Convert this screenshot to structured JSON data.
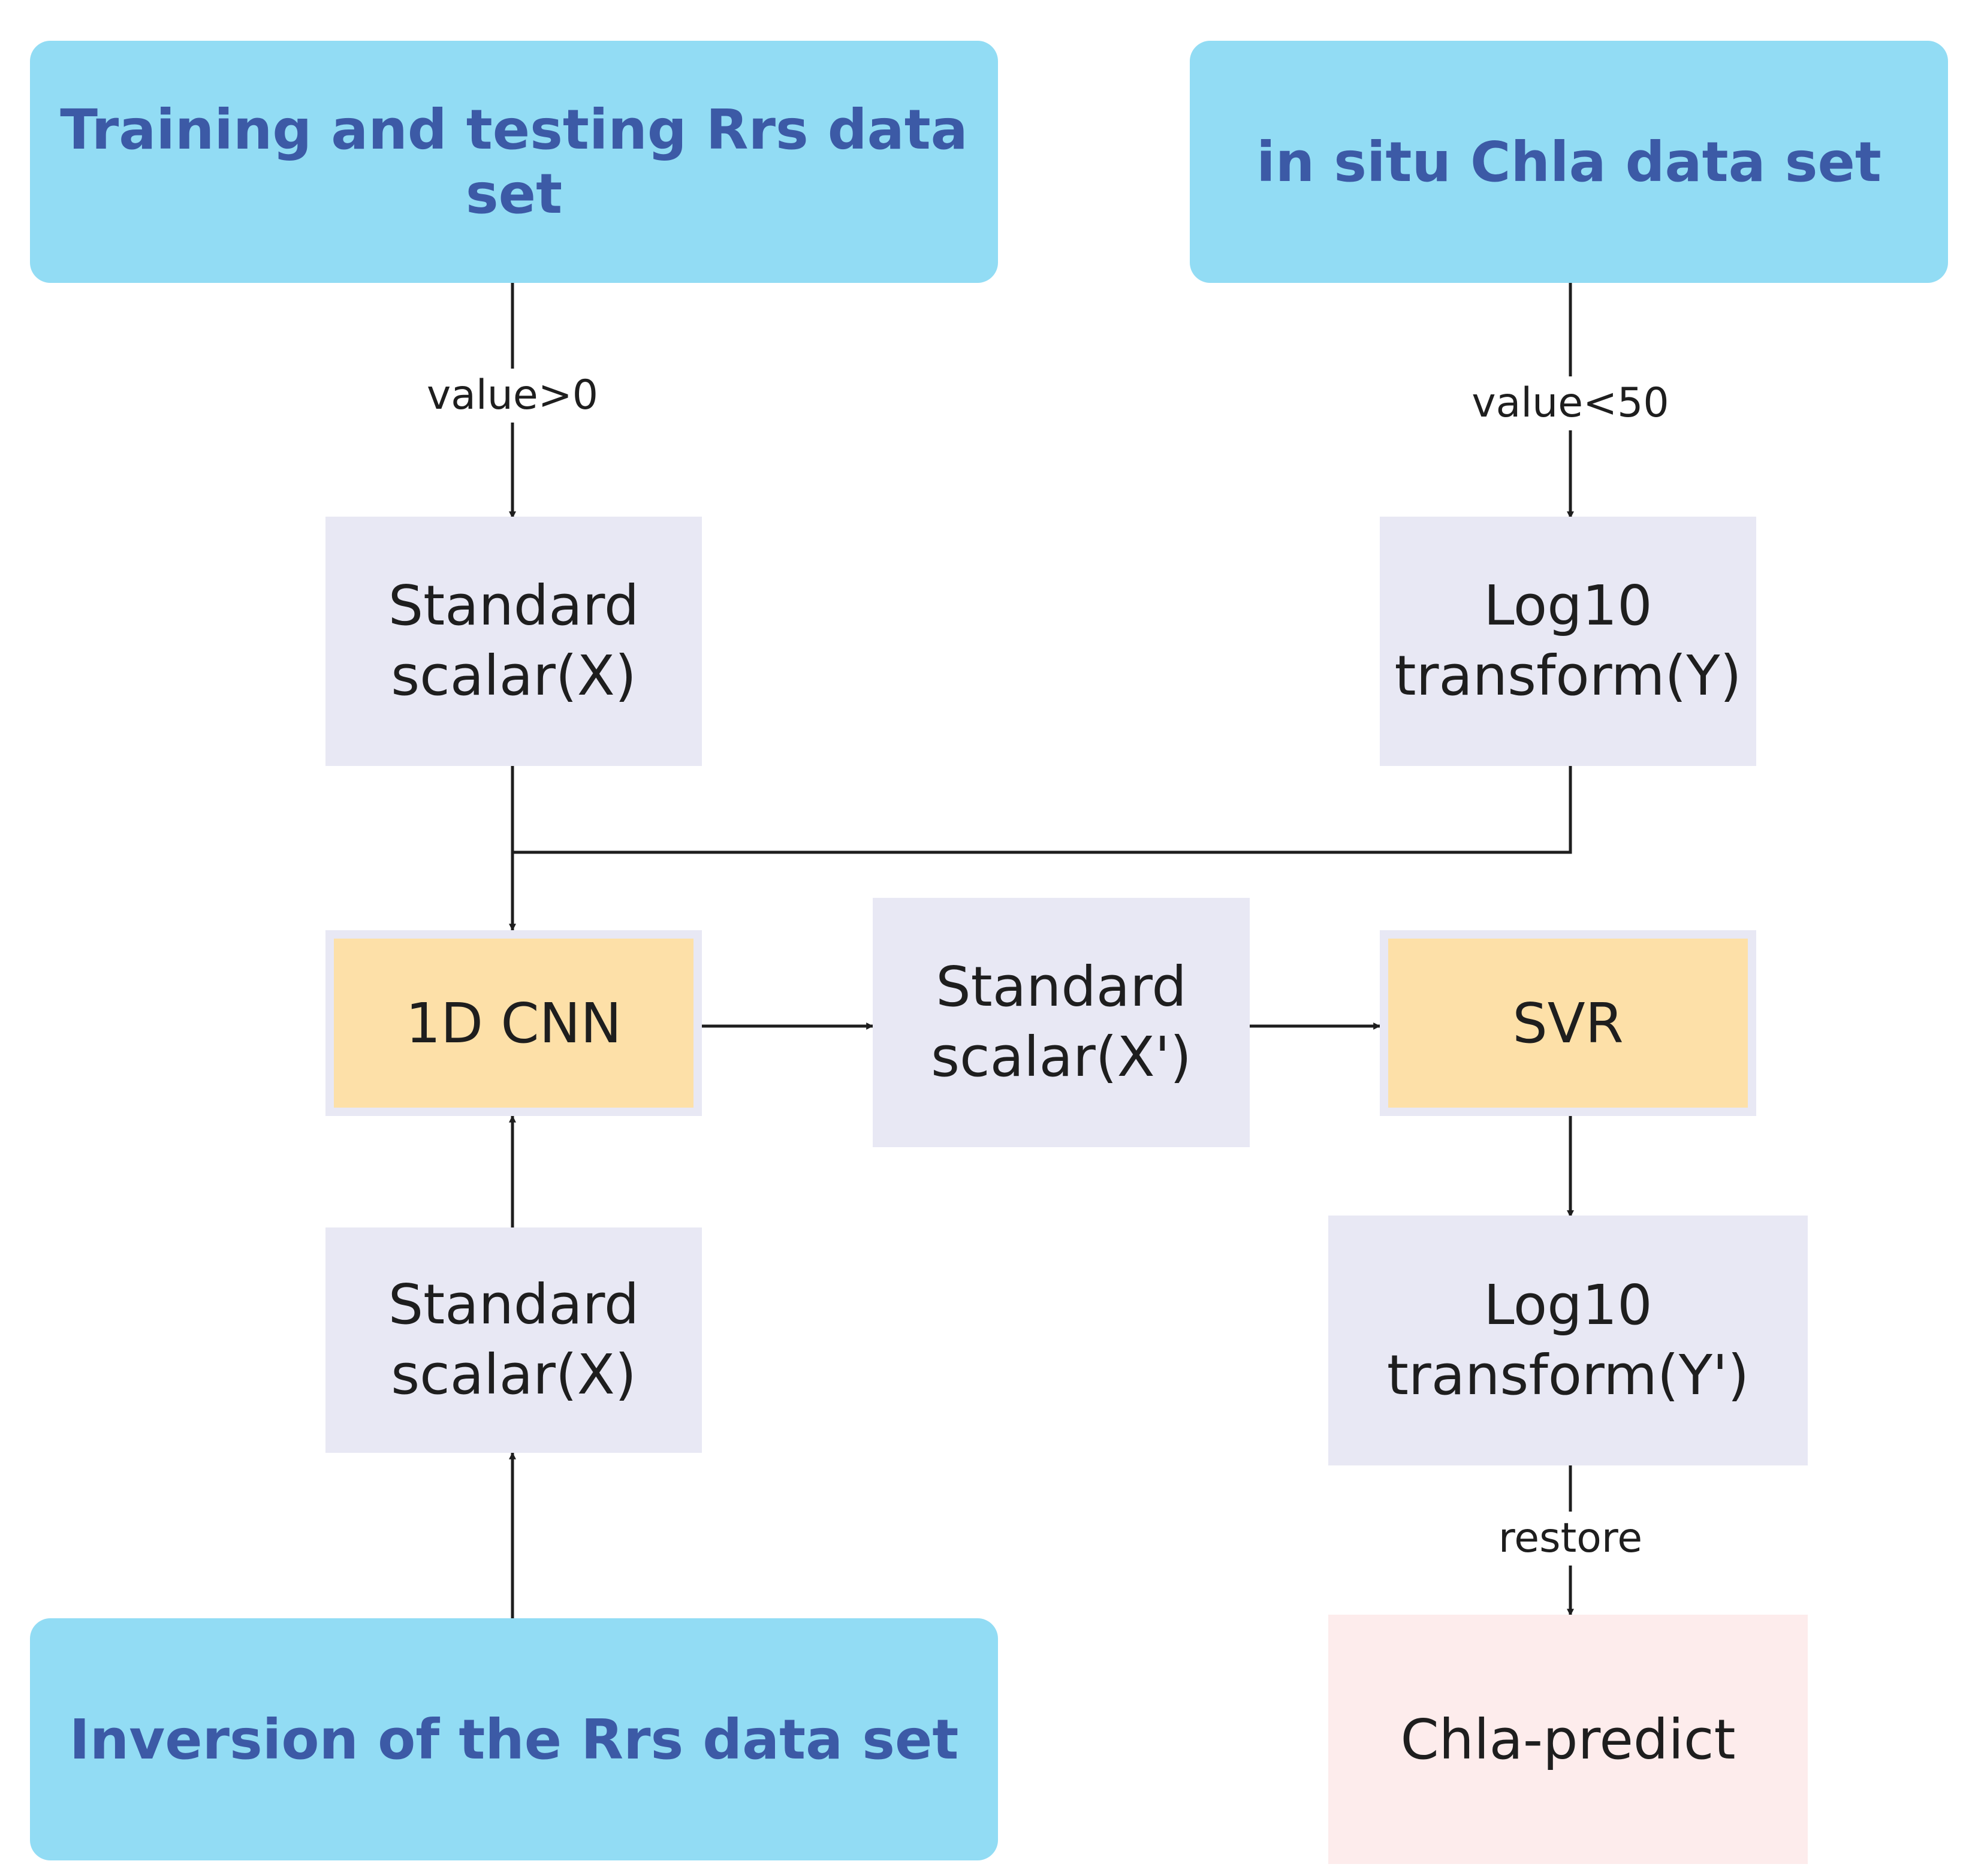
{
  "nodes": {
    "training_set": "Training and testing Rrs data set",
    "insitu_set": "in situ Chla data set",
    "std_scalar_x_top": {
      "line1": "Standard",
      "line2": "scalar(X)"
    },
    "log10_y": {
      "line1": "Log10",
      "line2": "transform(Y)"
    },
    "cnn": "1D CNN",
    "std_scalar_x_prime": {
      "line1": "Standard",
      "line2": "scalar(X')"
    },
    "svr": "SVR",
    "std_scalar_x_bottom": {
      "line1": "Standard",
      "line2": "scalar(X)"
    },
    "log10_y_prime": {
      "line1": "Log10",
      "line2": "transform(Y')"
    },
    "inversion_set": "Inversion of the Rrs data set",
    "chla_predict": "Chla-predict"
  },
  "edge_labels": {
    "training_filter": "value>0",
    "insitu_filter": "value<50",
    "restore": "restore"
  },
  "colors": {
    "dataset_fill": "#92dcf4",
    "dataset_text": "#3c5aa6",
    "process_fill": "#e8e8f4",
    "model_fill": "#fde0a8",
    "output_fill": "#fdecec",
    "line": "#1e1e1e"
  }
}
